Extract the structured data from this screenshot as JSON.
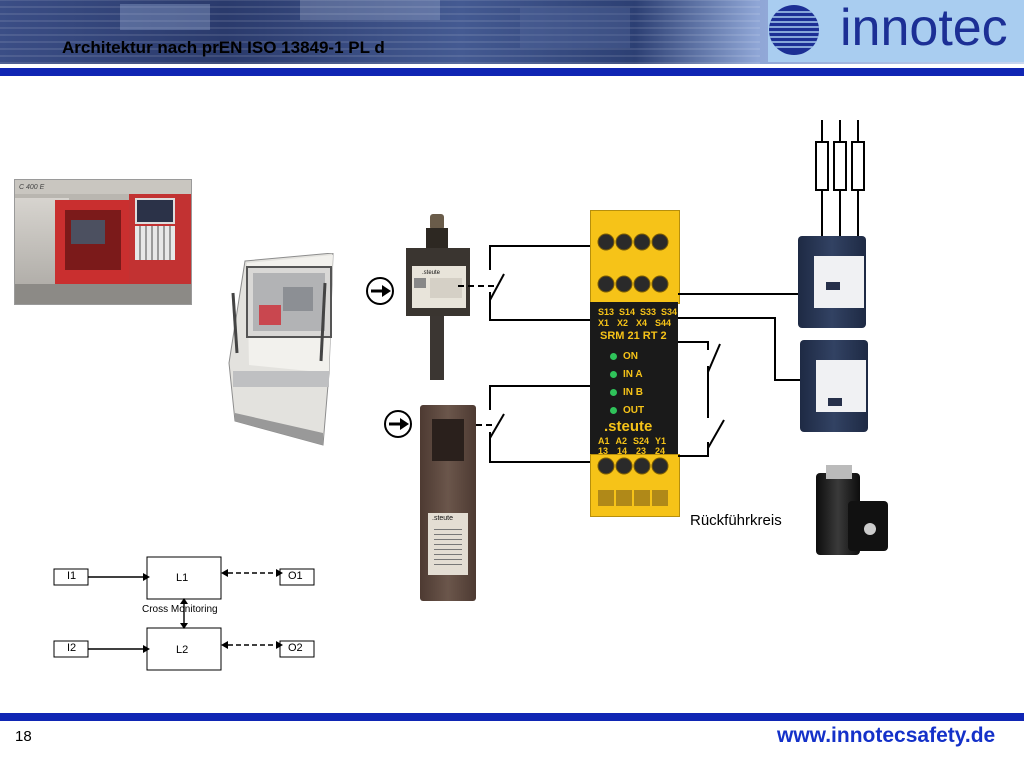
{
  "header": {
    "title": "Architektur nach prEN ISO 13849-1 PL d",
    "logo_text": "innotec"
  },
  "relay": {
    "terminals_top": [
      "S13",
      "S14",
      "S33",
      "S34"
    ],
    "terminals_top2": [
      "X1",
      "X2",
      "X4",
      "S44"
    ],
    "model": "SRM 21 RT 2",
    "leds": [
      "ON",
      "IN A",
      "IN B",
      "OUT"
    ],
    "brand": ".steute",
    "terminals_bottom": [
      "A1",
      "A2",
      "S24",
      "Y1"
    ],
    "terminals_bottom2": [
      "13",
      "14",
      "23",
      "24"
    ]
  },
  "switch_brand": ".steute",
  "feedback_label": "Rückführkreis",
  "block_diagram": {
    "input1": "I1",
    "logic1": "L1",
    "output1": "O1",
    "cross_label": "Cross Monitoring",
    "input2": "I2",
    "logic2": "L2",
    "output2": "O2"
  },
  "footer": {
    "page_number": "18",
    "website": "www.innotecsafety.de"
  },
  "colors": {
    "rule_blue": "#1026b4",
    "logo_blue": "#1c2f95",
    "logo_bg": "#a9cdf0",
    "relay_yellow": "#f6c318",
    "led_green": "#2fc35a"
  }
}
